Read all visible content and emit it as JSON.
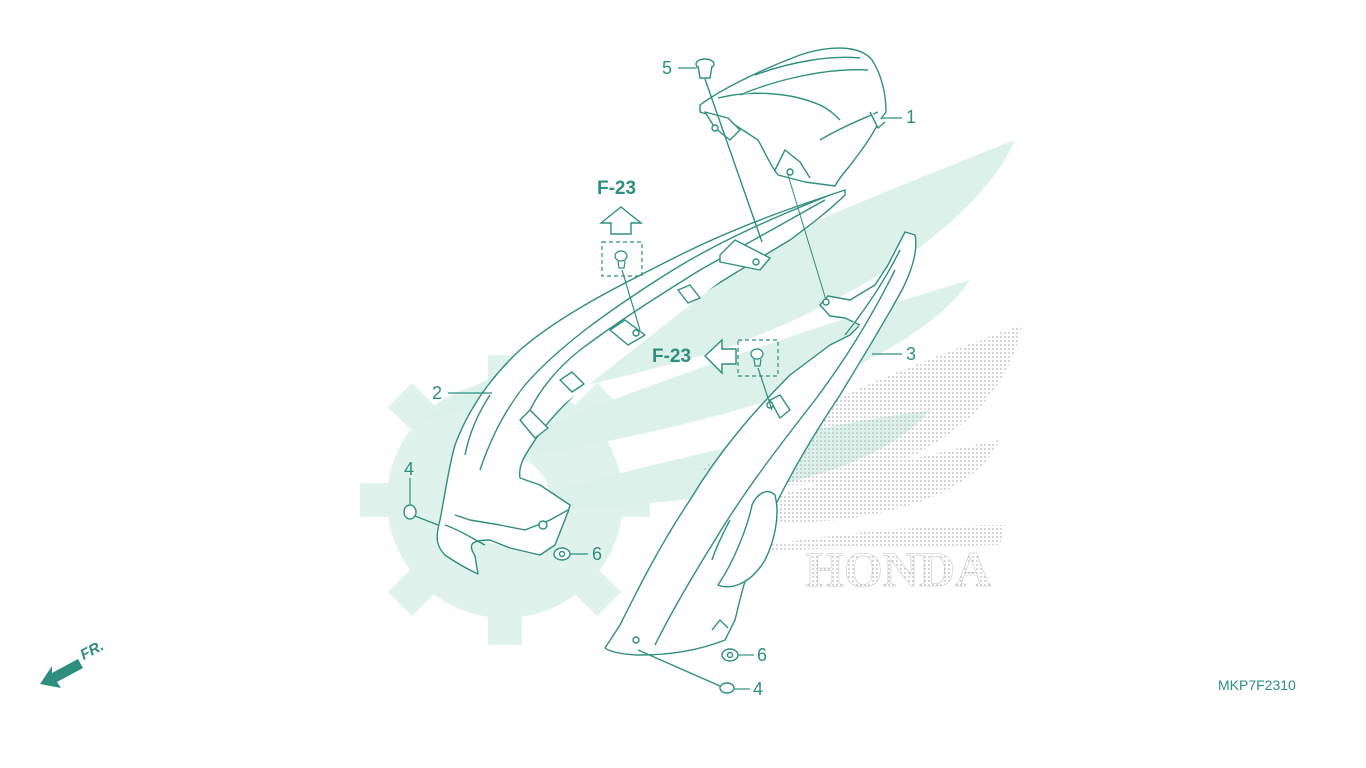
{
  "diagram": {
    "callouts": {
      "c1": "1",
      "c2": "2",
      "c3": "3",
      "c4a": "4",
      "c4b": "4",
      "c5": "5",
      "c6a": "6",
      "c6b": "6"
    },
    "references": {
      "ref_top": "F-23",
      "ref_mid": "F-23"
    },
    "front_marker": "FR.",
    "diagram_code": "MKP7F2310",
    "watermark_text": "HONDA",
    "colors": {
      "line": "#2e8f7f",
      "watermark_fill": "#d9efe9",
      "watermark_dots": "#b9b9b9"
    }
  }
}
